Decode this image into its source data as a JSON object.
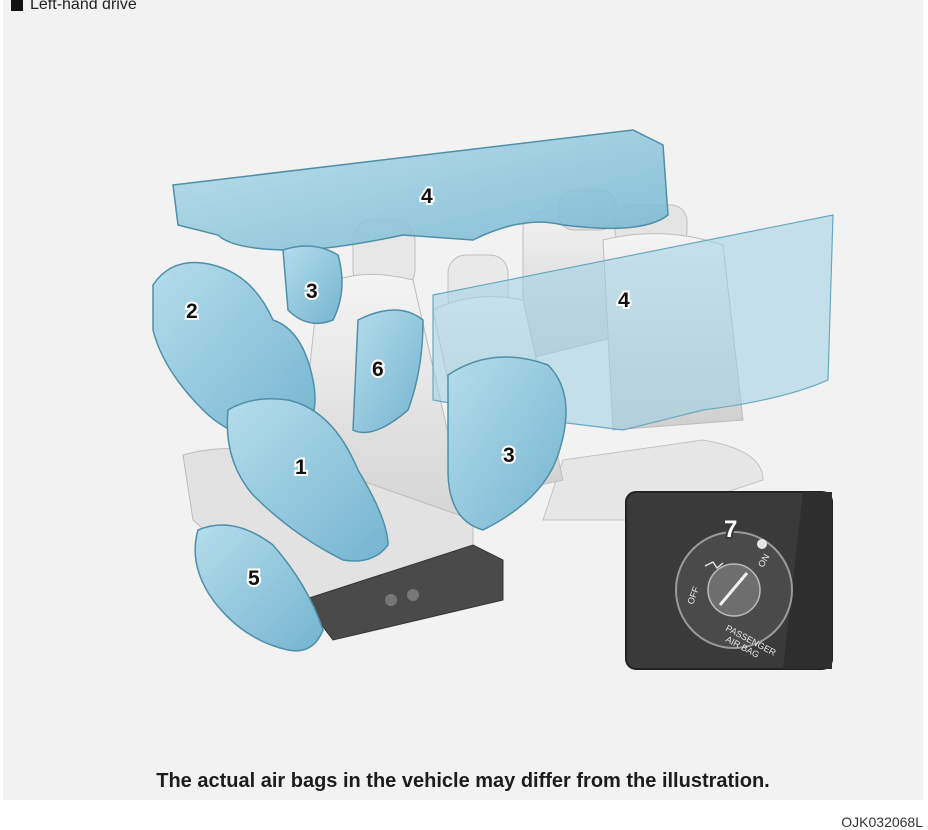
{
  "header": {
    "label": "Left-hand drive"
  },
  "callouts": [
    "1",
    "2",
    "3",
    "3",
    "4",
    "4",
    "5",
    "6",
    "7"
  ],
  "inset": {
    "off_label": "OFF",
    "on_label": "ON",
    "switch_label_1": "PASSENGER",
    "switch_label_2": "AIR BAG"
  },
  "caption": "The actual air bags in the vehicle may differ from the illustration.",
  "image_code": "OJK032068L",
  "colors": {
    "airbag": "#8ec9e0",
    "airbag_edge": "#4f8fa8",
    "background": "#f2f2f2",
    "seat": "#e1e1e1",
    "inset_bg": "#3a3a3a"
  }
}
